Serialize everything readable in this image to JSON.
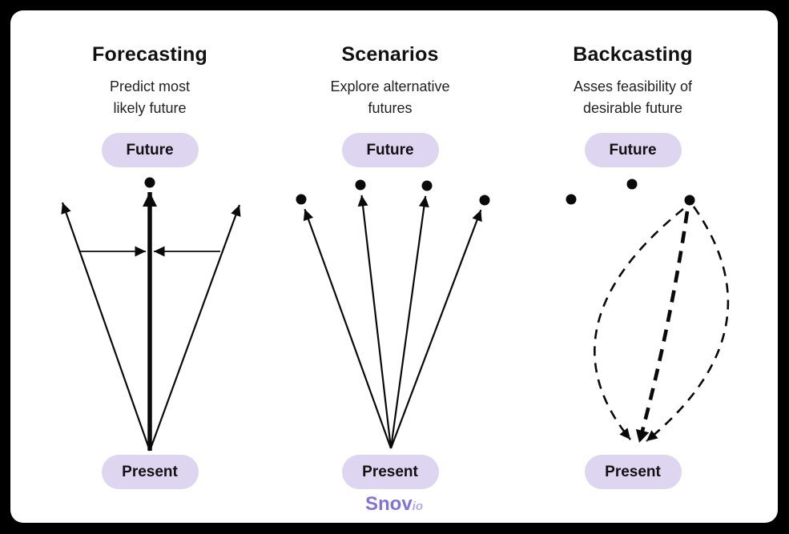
{
  "canvas": {
    "frame_background": "#000000",
    "card_background": "#ffffff"
  },
  "colors": {
    "pill_background": "#ded5f1",
    "title_text": "#111111",
    "subtitle_text": "#222222",
    "diagram_ink": "#0a0a0a",
    "logo_main": "#8273db",
    "logo_suffix": "#b3a9e8"
  },
  "panels": [
    {
      "title": "Forecasting",
      "subtitle_lines": [
        "Predict most",
        "likely future"
      ],
      "future_label": "Future",
      "present_label": "Present"
    },
    {
      "title": "Scenarios",
      "subtitle_lines": [
        "Explore alternative",
        "futures"
      ],
      "future_label": "Future",
      "present_label": "Present"
    },
    {
      "title": "Backcasting",
      "subtitle_lines": [
        "Asses feasibility of",
        "desirable future"
      ],
      "future_label": "Future",
      "present_label": "Present"
    }
  ],
  "branding": {
    "logo_text": "Snov",
    "logo_suffix": "io"
  }
}
